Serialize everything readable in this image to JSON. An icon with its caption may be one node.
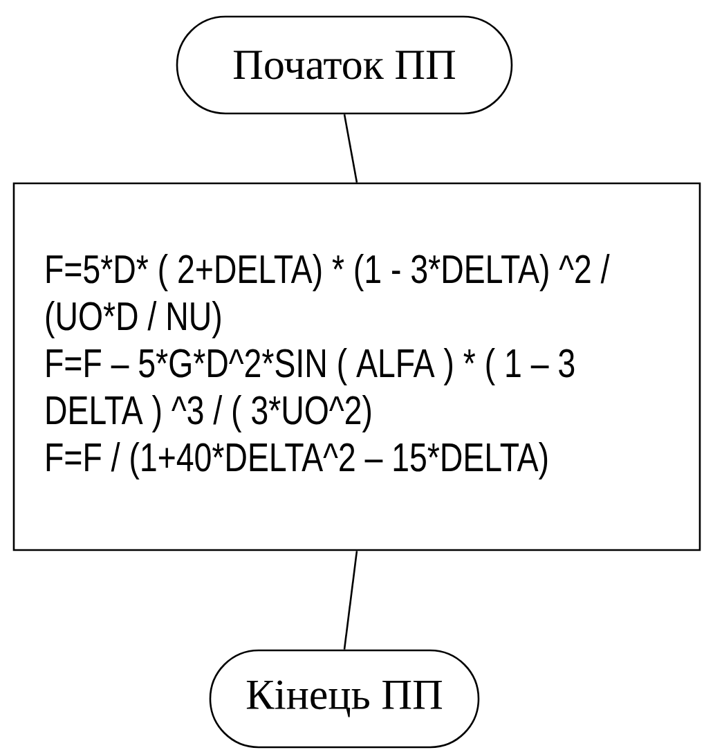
{
  "diagram": {
    "nodes": [
      {
        "text": [
          "Початок ПП"
        ]
      },
      {
        "text": [
          "F=5*D* ( 2+DELTA) * (1 - 3*DELTA) ^2 / (UO*D / NU)",
          "F=F – 5*G*D^2*SIN ( ALFA ) * ( 1 – 3 DELTA ) ^3 / ( 3*UO^2)",
          "F=F / (1+40*DELTA^2 – 15*DELTA)"
        ]
      },
      {
        "text": [
          "Кінець ПП"
        ]
      }
    ],
    "edges": [
      {
        "from": 0,
        "to": 1,
        "arrow": "none"
      },
      {
        "from": 1,
        "to": 2,
        "arrow": "none"
      }
    ]
  }
}
